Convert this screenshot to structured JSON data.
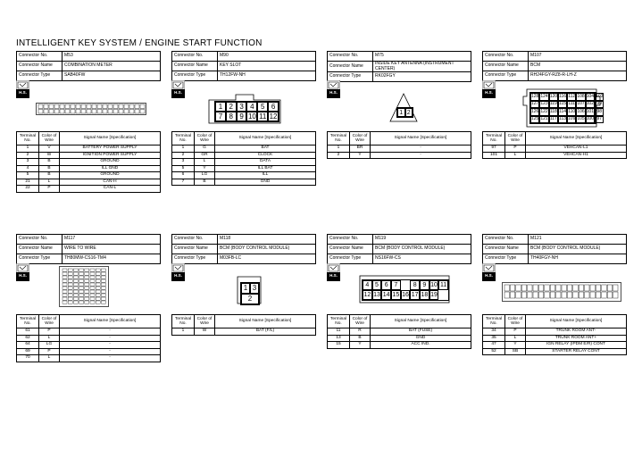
{
  "page": {
    "title": "INTELLIGENT KEY SYSTEM / ENGINE START FUNCTION"
  },
  "labels": {
    "connector_no": "Connector No.",
    "connector_name": "Connector Name",
    "connector_type": "Connector Type",
    "terminal_no": "Terminal No.",
    "color_of_wire": "Color of Wire",
    "signal_name": "Signal Name [Specification]",
    "hs": "H.S."
  },
  "connectors": [
    {
      "no": "M53",
      "name": "COMBINATION METER",
      "type": "SAB40FW",
      "terminals": [
        [
          "1",
          "V",
          "BATTERY POWER SUPPLY"
        ],
        [
          "2",
          "W",
          "IGNITION POWER SUPPLY"
        ],
        [
          "3",
          "B",
          "GROUND"
        ],
        [
          "4",
          "B",
          "ILL GND"
        ],
        [
          "5",
          "B",
          "GROUND"
        ],
        [
          "21",
          "L",
          "CAN-H"
        ],
        [
          "22",
          "P",
          "CAN-L"
        ]
      ]
    },
    {
      "no": "M90",
      "name": "KEY SLOT",
      "type": "TH12FW-NH",
      "pins": [
        "1",
        "2",
        "3",
        "4",
        "5",
        "6",
        "7",
        "8",
        "9",
        "10",
        "11",
        "12"
      ],
      "terminals": [
        [
          "1",
          "G",
          "BAT"
        ],
        [
          "2",
          "GR",
          "CLOCK"
        ],
        [
          "3",
          "L",
          "DATA"
        ],
        [
          "5",
          "Y",
          "ILL BAT"
        ],
        [
          "6",
          "LG",
          "ILL"
        ],
        [
          "7",
          "B",
          "GND"
        ]
      ]
    },
    {
      "no": "M75",
      "name": "INSIDE KEY ANTENNA (INSTRUMENT CENTER)",
      "type": "RK02FGY",
      "pins": [
        "1",
        "2"
      ],
      "terminals": [
        [
          "1",
          "BR",
          "-"
        ],
        [
          "2",
          "Y",
          "-"
        ]
      ]
    },
    {
      "no": "M107",
      "name": "BCM",
      "type": "RH24FGY-RZ8-R-LH-Z",
      "pins": [
        "128",
        "124",
        "120",
        "116",
        "112",
        "108",
        "104",
        "103",
        "127",
        "123",
        "119",
        "115",
        "111",
        "107",
        "102",
        "99",
        "126",
        "122",
        "118",
        "114",
        "110",
        "106",
        "101",
        "98",
        "125",
        "121",
        "117",
        "113",
        "109",
        "105",
        "100",
        "97"
      ],
      "terminals": [
        [
          "97",
          "P",
          "VEHCAN-L1"
        ],
        [
          "101",
          "L",
          "VEHCAN-H1"
        ]
      ]
    },
    {
      "no": "M117",
      "name": "WIRE TO WIRE",
      "type": "TH80MW-CS16-TM4",
      "terminals": [
        [
          "61",
          "P",
          "-"
        ],
        [
          "62",
          "L",
          "-"
        ],
        [
          "64",
          "LG",
          "-"
        ],
        [
          "69",
          "P",
          "-"
        ],
        [
          "70",
          "L",
          "-"
        ]
      ]
    },
    {
      "no": "M118",
      "name": "BCM (BODY CONTROL MODULE)",
      "type": "M03FB-LC",
      "pins": [
        "1",
        "3",
        "2"
      ],
      "terminals": [
        [
          "1",
          "W",
          "BAT (F/L)"
        ]
      ]
    },
    {
      "no": "M119",
      "name": "BCM (BODY CONTROL MODULE)",
      "type": "NS16FW-CS",
      "pins": [
        "4",
        "5",
        "6",
        "7",
        "8",
        "9",
        "10",
        "11",
        "12",
        "13",
        "14",
        "15",
        "16",
        "17",
        "18",
        "19"
      ],
      "terminals": [
        [
          "11",
          "R",
          "BAT (FUSE)"
        ],
        [
          "13",
          "B",
          "GND"
        ],
        [
          "15",
          "Y",
          "ACC IND."
        ]
      ]
    },
    {
      "no": "M121",
      "name": "BCM (BODY CONTROL MODULE)",
      "type": "TH40FGY-NH",
      "terminals": [
        [
          "34",
          "P",
          "TRUNK ROOM ANT-"
        ],
        [
          "35",
          "L",
          "TRUNK ROOM ANT+"
        ],
        [
          "47",
          "Y",
          "IGN RELAY (IPDM E/R) CONT"
        ],
        [
          "52",
          "SB",
          "STARTER RELAY CONT"
        ]
      ]
    }
  ]
}
